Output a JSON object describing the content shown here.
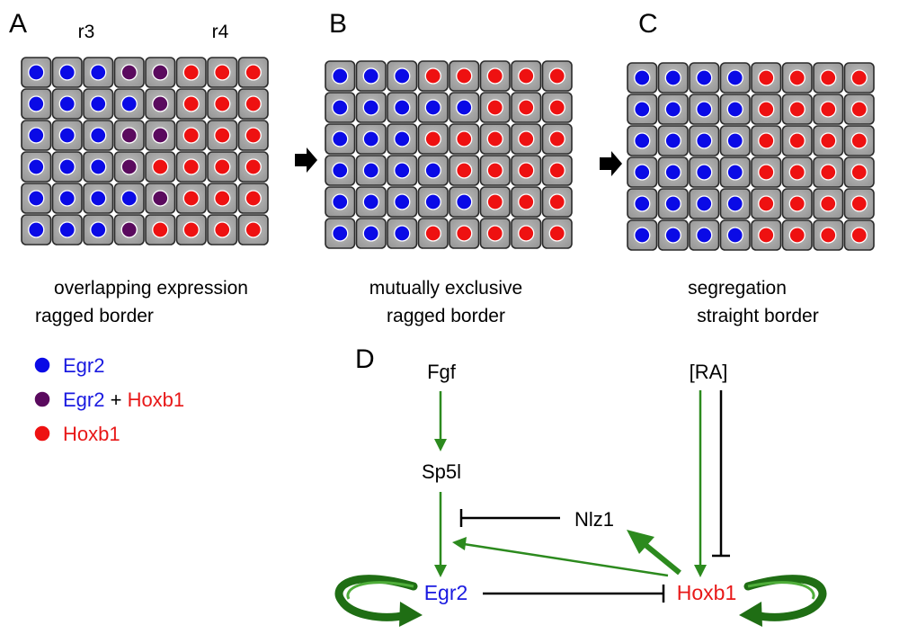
{
  "panels": [
    {
      "letter": "A",
      "region_labels": [
        "r3",
        "r4"
      ],
      "caption": [
        "overlapping expression",
        "ragged border"
      ],
      "grid": [
        "BBBPPRRR",
        "BBBBPRRR",
        "BBBPPRRR",
        "BBBPRRRR",
        "BBBBPRRR",
        "BBBPRRRR"
      ]
    },
    {
      "letter": "B",
      "caption": [
        "mutually exclusive",
        "ragged border"
      ],
      "grid": [
        "BBBRRRRR",
        "BBBBBRRR",
        "BBBRRRRR",
        "BBBBRRRR",
        "BBBBBRRR",
        "BBBRRRRR"
      ]
    },
    {
      "letter": "C",
      "caption": [
        "segregation",
        "straight border"
      ],
      "grid": [
        "BBBBRRRR",
        "BBBBRRRR",
        "BBBBRRRR",
        "BBBBRRRR",
        "BBBBRRRR",
        "BBBBRRRR"
      ]
    }
  ],
  "cell_colors": {
    "B": "#0a0ae6",
    "P": "#5a0a5e",
    "R": "#ee1111"
  },
  "legend": [
    {
      "key": "B",
      "parts": [
        {
          "text": "Egr2",
          "color": "blue"
        }
      ]
    },
    {
      "key": "P",
      "parts": [
        {
          "text": "Egr2",
          "color": "blue"
        },
        {
          "text": " + ",
          "color": "black"
        },
        {
          "text": "Hoxb1",
          "color": "red"
        }
      ]
    },
    {
      "key": "R",
      "parts": [
        {
          "text": "Hoxb1",
          "color": "red"
        }
      ]
    }
  ],
  "network": {
    "letter": "D",
    "nodes": {
      "fgf": "Fgf",
      "ra": "[RA]",
      "sp5l": "Sp5l",
      "nlz1": "Nlz1",
      "egr2": "Egr2",
      "hoxb1": "Hoxb1"
    },
    "node_colors": {
      "egr2": "blue",
      "hoxb1": "red"
    }
  },
  "colors": {
    "blue": "#1a1ae0",
    "red": "#e81818",
    "black": "#000000",
    "green": "#2c8a1e",
    "dark_green": "#1f6e14",
    "cell_fill": "#a8a8a8",
    "cell_border": "#2a2a2a"
  }
}
